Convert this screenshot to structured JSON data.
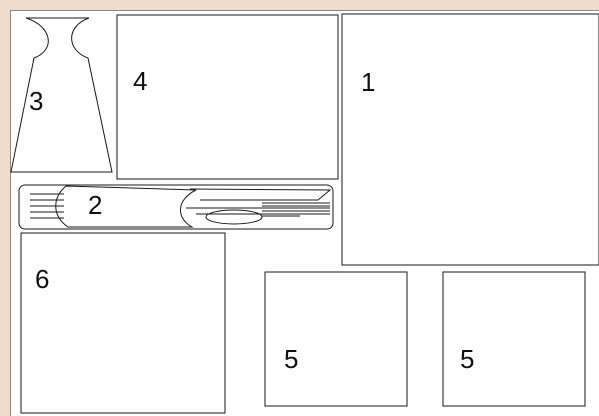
{
  "colors": {
    "background": "#f0dccd",
    "panel": "#ffffff",
    "stroke": "#1a1a1a"
  },
  "labels": {
    "piece_1": "1",
    "piece_2": "2",
    "piece_3": "3",
    "piece_4": "4",
    "piece_5a": "5",
    "piece_5b": "5",
    "piece_6": "6"
  },
  "icons": {
    "piece_2": "cutlery-icon",
    "piece_3": "vase-icon"
  }
}
